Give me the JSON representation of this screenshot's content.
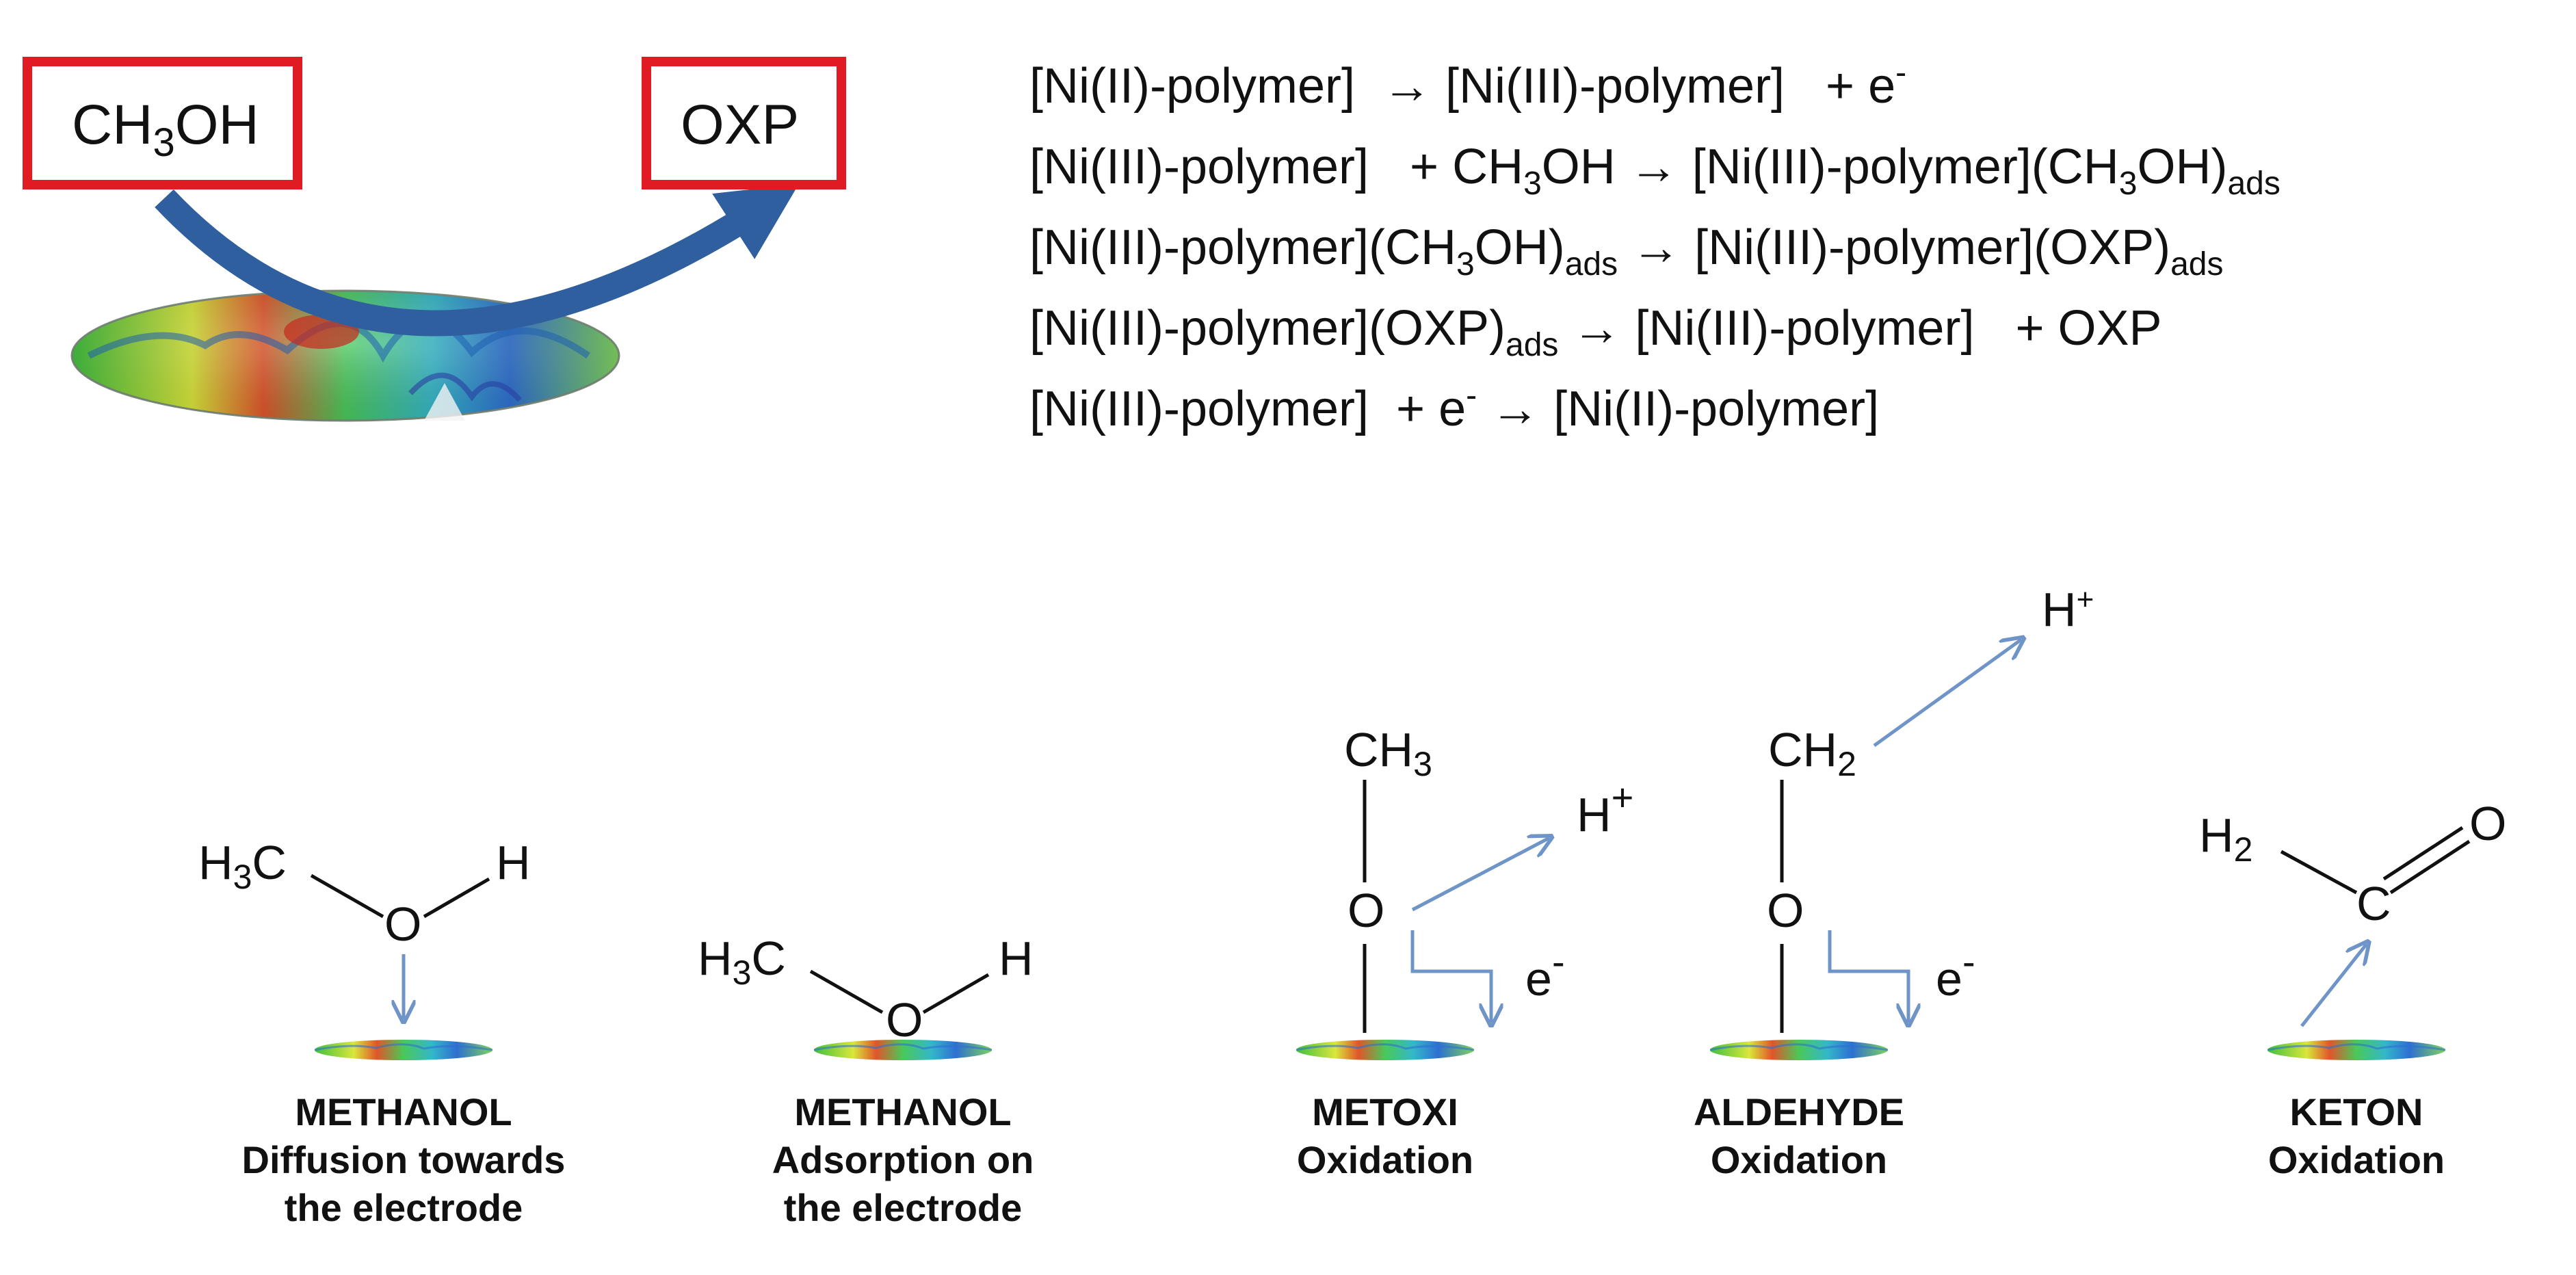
{
  "top": {
    "reactant_box": {
      "main": "CH",
      "sub": "3",
      "tail": "OH"
    },
    "product_box": {
      "main": "OXP"
    }
  },
  "equations": [
    [
      {
        "t": "[Ni(II)-polymer]  → [Ni(III)-polymer]   + e"
      },
      {
        "t": "-",
        "sup": true
      }
    ],
    [
      {
        "t": "[Ni(III)-polymer]   + CH"
      },
      {
        "t": "3",
        "sub": true
      },
      {
        "t": "OH → [Ni(III)-polymer](CH"
      },
      {
        "t": "3",
        "sub": true
      },
      {
        "t": "OH)"
      },
      {
        "t": "ads",
        "sub": true
      }
    ],
    [
      {
        "t": "[Ni(III)-polymer](CH"
      },
      {
        "t": "3",
        "sub": true
      },
      {
        "t": "OH)"
      },
      {
        "t": "ads",
        "sub": true
      },
      {
        "t": " → [Ni(III)-polymer](OXP)"
      },
      {
        "t": "ads",
        "sub": true
      }
    ],
    [
      {
        "t": "[Ni(III)-polymer](OXP)"
      },
      {
        "t": "ads",
        "sub": true
      },
      {
        "t": " → [Ni(III)-polymer]   + OXP"
      }
    ],
    [
      {
        "t": "[Ni(III)-polymer]  + e"
      },
      {
        "t": "-",
        "sup": true
      },
      {
        "t": " → [Ni(II)-polymer]"
      }
    ]
  ],
  "stages": [
    {
      "title": "METHANOL",
      "line2": "Diffusion towards",
      "line3": "the electrode",
      "labels": {
        "left": "H",
        "left_sub": "3",
        "left_tail": "C",
        "center": "O",
        "right": "H"
      }
    },
    {
      "title": "METHANOL",
      "line2": "Adsorption on",
      "line3": "the electrode",
      "labels": {
        "left": "H",
        "left_sub": "3",
        "left_tail": "C",
        "center": "O",
        "right": "H"
      }
    },
    {
      "title": "METOXI",
      "line2": "Oxidation",
      "labels": {
        "top": "CH",
        "top_sub": "3",
        "center": "O",
        "proton": "H",
        "proton_sup": "+",
        "electron": "e",
        "electron_sup": "-"
      }
    },
    {
      "title": "ALDEHYDE",
      "line2": "Oxidation",
      "labels": {
        "top": "CH",
        "top_sub": "2",
        "center": "O",
        "proton": "H",
        "proton_sup": "+",
        "electron": "e",
        "electron_sup": "-"
      }
    },
    {
      "title": "KETON",
      "line2": "Oxidation",
      "labels": {
        "left": "H",
        "left_sub": "2",
        "carbon": "C",
        "oxygen": "O"
      }
    }
  ],
  "colors": {
    "box_border": "#e01b24",
    "arrow": "#6f94c8",
    "big_arrow": "#2f5f9e"
  }
}
